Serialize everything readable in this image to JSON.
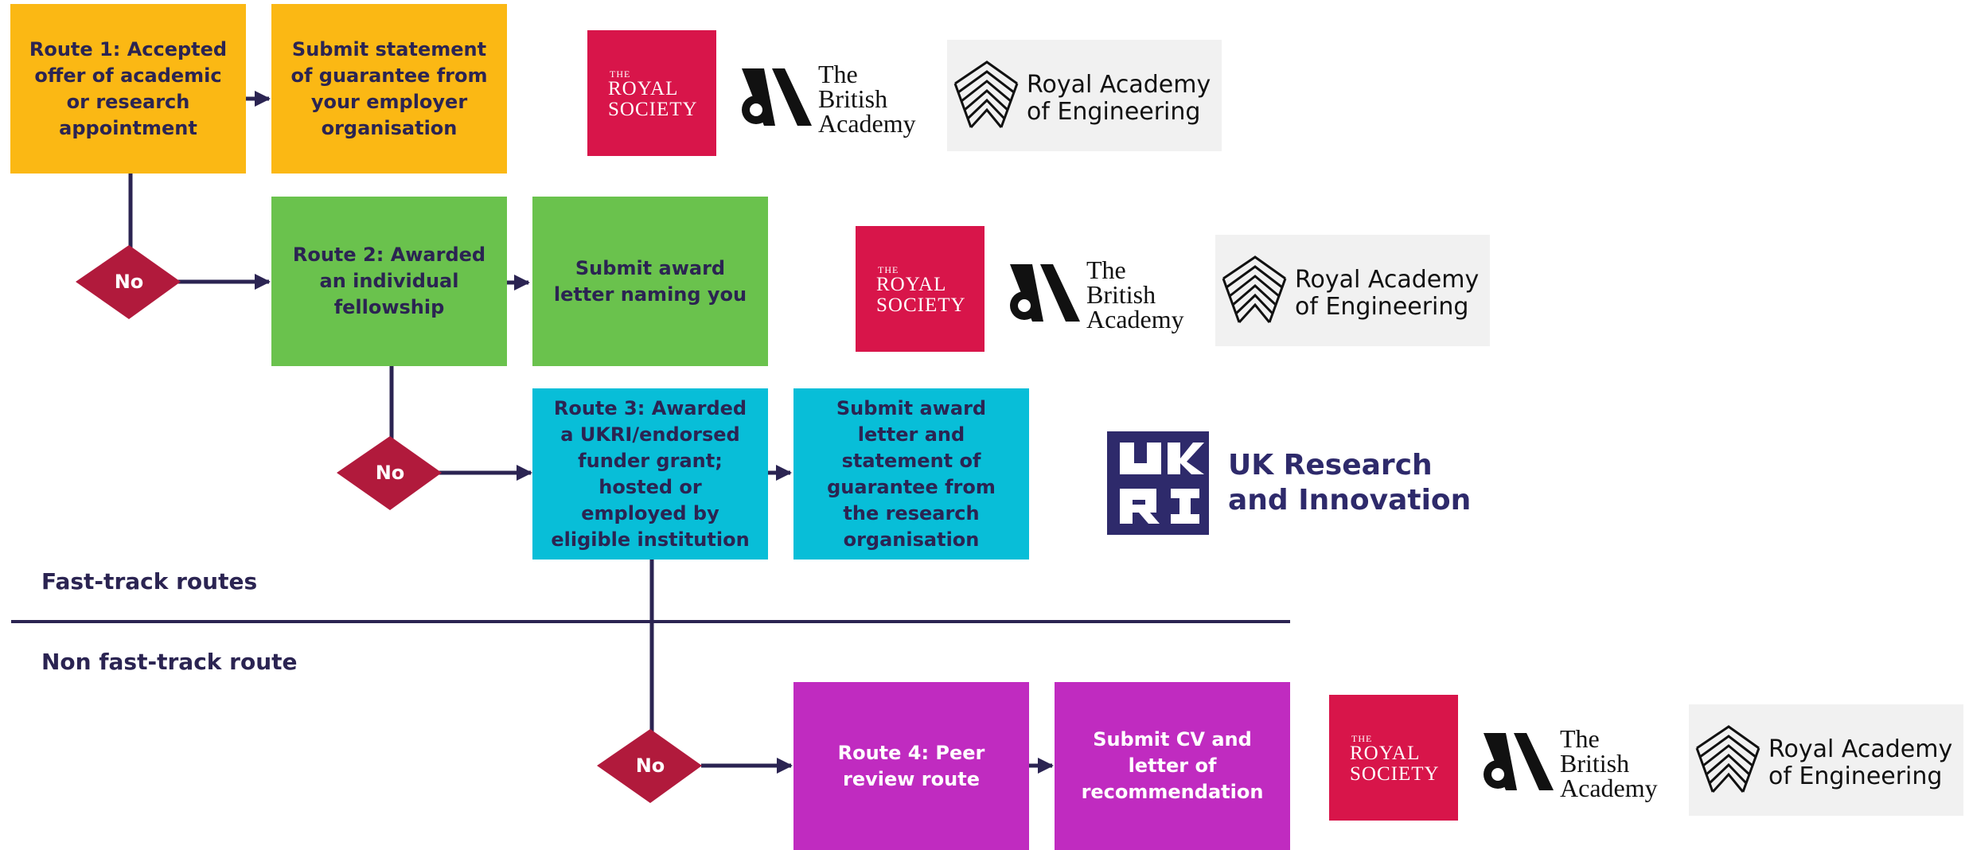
{
  "routes": {
    "route1": "Route 1: Accepted offer of academic or research appointment",
    "route1_action": "Submit statement of guarantee from your employer organisation",
    "route2": "Route 2: Awarded an individual fellowship",
    "route2_action": "Submit award letter naming you",
    "route3": "Route 3: Awarded a UKRI/endorsed funder grant; hosted or employed by eligible institution",
    "route3_action": "Submit award letter and statement of guarantee from the research organisation",
    "route4": "Route 4: Peer review route",
    "route4_action": "Submit CV and letter of recommendation"
  },
  "decision_label": "No",
  "sections": {
    "fast_track": "Fast-track routes",
    "non_fast_track": "Non fast-track route"
  },
  "logos": {
    "royal_society": {
      "the": "THE",
      "royal": "ROYAL",
      "society": "SOCIETY"
    },
    "british_academy": {
      "line1": "The",
      "line2": "British",
      "line3": "Academy"
    },
    "rae": {
      "line1": "Royal Academy",
      "line2": "of Engineering"
    },
    "ukri": {
      "line1": "UK Research",
      "line2": "and Innovation"
    }
  },
  "colors": {
    "yellow": "#fbb814",
    "green": "#6ac24d",
    "cyan": "#08bed8",
    "magenta": "#c02bc0",
    "decision": "#b11a3c",
    "navy": "#2b2452",
    "royal_society_red": "#d8154a",
    "ukri_navy": "#2e2a6b"
  }
}
